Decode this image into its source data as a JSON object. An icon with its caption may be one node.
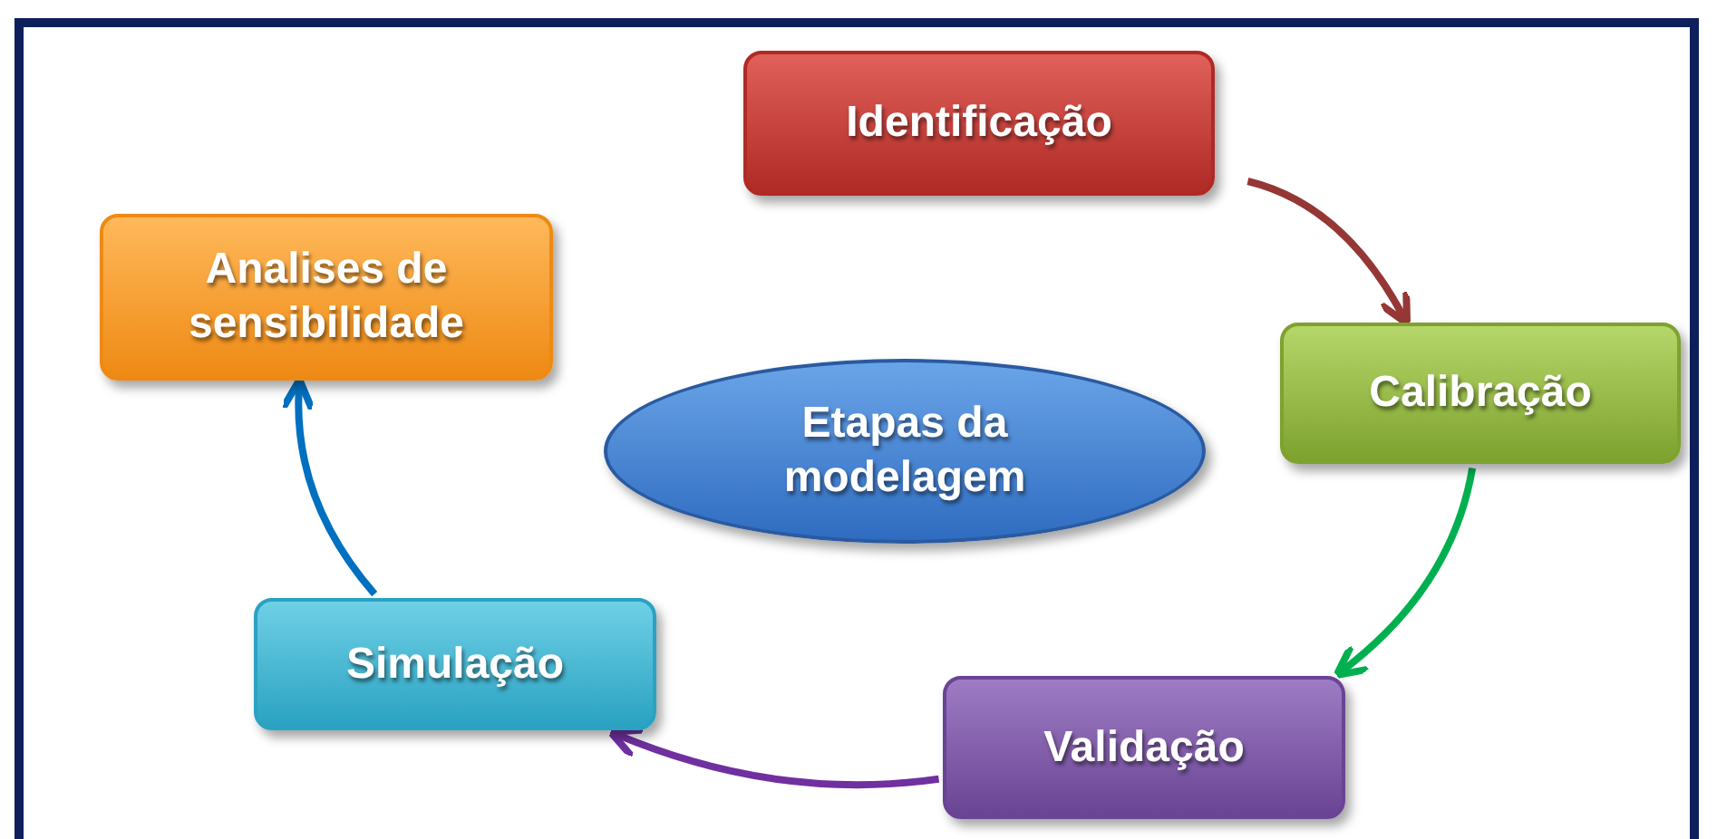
{
  "diagram": {
    "nodes": [
      {
        "text": [
          "Identificação"
        ]
      },
      {
        "text": [
          "Calibração"
        ]
      },
      {
        "text": [
          "Validação"
        ]
      },
      {
        "text": [
          "Simulação"
        ]
      },
      {
        "text": [
          "Analises de sensibilidade"
        ]
      },
      {
        "text": [
          "Etapas da modelagem"
        ]
      }
    ],
    "edges": [
      {
        "from": 0,
        "to": 1,
        "arrow": "to",
        "color": "#953735"
      },
      {
        "from": 1,
        "to": 2,
        "arrow": "to",
        "color": "#00b050"
      },
      {
        "from": 2,
        "to": 3,
        "arrow": "to",
        "color": "#7030a0"
      },
      {
        "from": 3,
        "to": 4,
        "arrow": "to",
        "color": "#0070c0"
      }
    ]
  }
}
